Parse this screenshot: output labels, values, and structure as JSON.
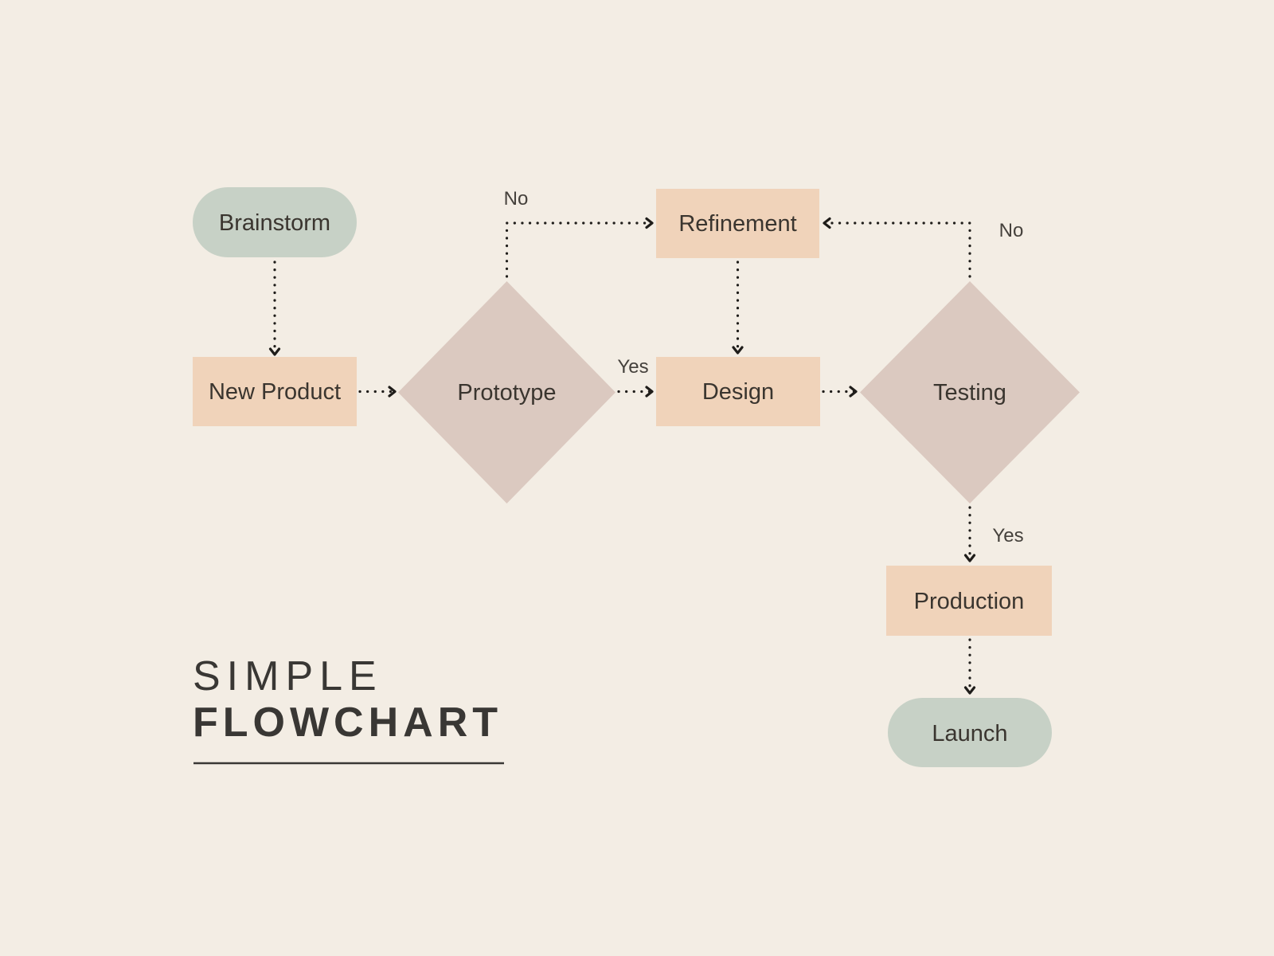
{
  "palette": {
    "background": "#f3ede4",
    "terminal_fill": "#c7d1c6",
    "process_fill": "#f0d3ba",
    "decision_fill": "#dbc9c0",
    "arrow": "#1f1d1a",
    "node_text": "#3a352f",
    "edge_label_text": "#45413c",
    "title_text": "#393734"
  },
  "title": {
    "line1": "SIMPLE",
    "line2": "FLOWCHART"
  },
  "nodes": {
    "brainstorm": {
      "label": "Brainstorm",
      "shape": "terminal"
    },
    "new_product": {
      "label": "New Product",
      "shape": "process"
    },
    "prototype": {
      "label": "Prototype",
      "shape": "decision"
    },
    "refinement": {
      "label": "Refinement",
      "shape": "process"
    },
    "design": {
      "label": "Design",
      "shape": "process"
    },
    "testing": {
      "label": "Testing",
      "shape": "decision"
    },
    "production": {
      "label": "Production",
      "shape": "process"
    },
    "launch": {
      "label": "Launch",
      "shape": "terminal"
    }
  },
  "edges": [
    {
      "from": "brainstorm",
      "to": "new_product",
      "label": ""
    },
    {
      "from": "new_product",
      "to": "prototype",
      "label": ""
    },
    {
      "from": "prototype",
      "to": "refinement",
      "label": "No"
    },
    {
      "from": "prototype",
      "to": "design",
      "label": "Yes"
    },
    {
      "from": "refinement",
      "to": "design",
      "label": ""
    },
    {
      "from": "design",
      "to": "testing",
      "label": ""
    },
    {
      "from": "testing",
      "to": "refinement",
      "label": "No"
    },
    {
      "from": "testing",
      "to": "production",
      "label": "Yes"
    },
    {
      "from": "production",
      "to": "launch",
      "label": ""
    }
  ]
}
